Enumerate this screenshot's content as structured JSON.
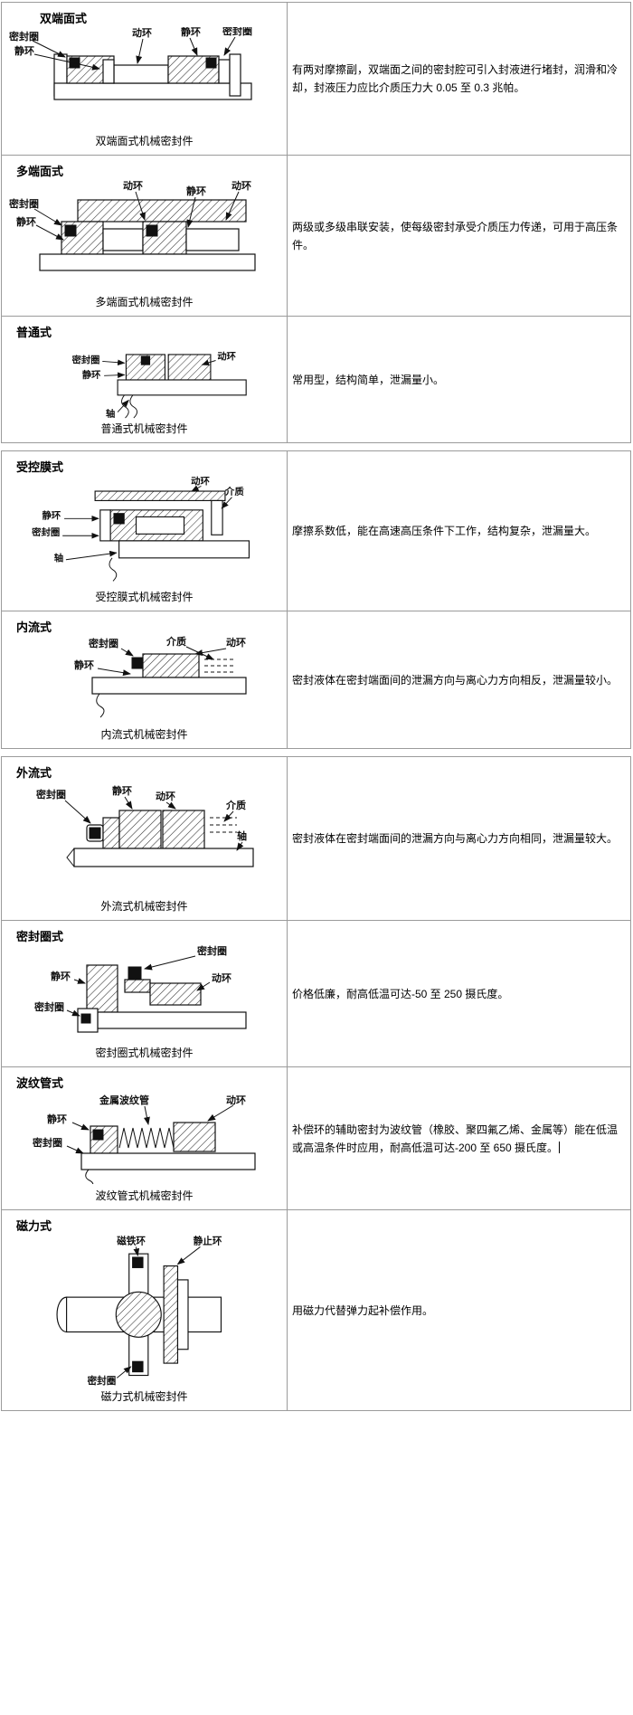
{
  "rows": [
    {
      "title": "双端面式",
      "caption": "双端面式机械密封件",
      "description": "有两对摩擦副，双端面之间的密封腔可引入封液进行堵封，润滑和冷却，封液压力应比介质压力大 0.05 至 0.3 兆帕。",
      "labels": [
        "密封圈",
        "静环",
        "动环",
        "静环",
        "密封圈"
      ]
    },
    {
      "title": "多端面式",
      "caption": "多端面式机械密封件",
      "description": "两级或多级串联安装，使每级密封承受介质压力传递，可用于高压条件。",
      "labels": [
        "密封圈",
        "静环",
        "动环",
        "静环",
        "动环"
      ]
    },
    {
      "title": "普通式",
      "caption": "普通式机械密封件",
      "description": "常用型，结构简单，泄漏量小。",
      "labels": [
        "密封圈",
        "静环",
        "动环",
        "轴"
      ]
    },
    {
      "title": "受控膜式",
      "caption": "受控膜式机械密封件",
      "description": "摩擦系数低，能在高速高压条件下工作，结构复杂，泄漏量大。",
      "labels": [
        "动环",
        "介质",
        "静环",
        "密封圈",
        "轴"
      ]
    },
    {
      "title": "内流式",
      "caption": "内流式机械密封件",
      "description": "密封液体在密封端面间的泄漏方向与离心力方向相反，泄漏量较小。",
      "labels": [
        "密封圈",
        "介质",
        "动环",
        "静环"
      ]
    },
    {
      "title": "外流式",
      "caption": "外流式机械密封件",
      "description": "密封液体在密封端面间的泄漏方向与离心力方向相同，泄漏量较大。",
      "labels": [
        "密封圈",
        "静环",
        "动环",
        "介质",
        "轴"
      ]
    },
    {
      "title": "密封圈式",
      "caption": "密封圈式机械密封件",
      "description": "价格低廉，耐高低温可达-50 至 250 摄氏度。",
      "labels": [
        "密封圈",
        "静环",
        "动环",
        "密封圈"
      ]
    },
    {
      "title": "波纹管式",
      "caption": "波纹管式机械密封件",
      "description": "补偿环的辅助密封为波纹管（橡胶、聚四氟乙烯、金属等）能在低温或高温条件时应用，耐高低温可达-200 至 650 摄氏度。",
      "labels": [
        "金属波纹管",
        "动环",
        "静环",
        "密封圈"
      ]
    },
    {
      "title": "磁力式",
      "caption": "磁力式机械密封件",
      "description": "用磁力代替弹力起补偿作用。",
      "labels": [
        "磁铁环",
        "静止环",
        "密封圈"
      ]
    }
  ]
}
